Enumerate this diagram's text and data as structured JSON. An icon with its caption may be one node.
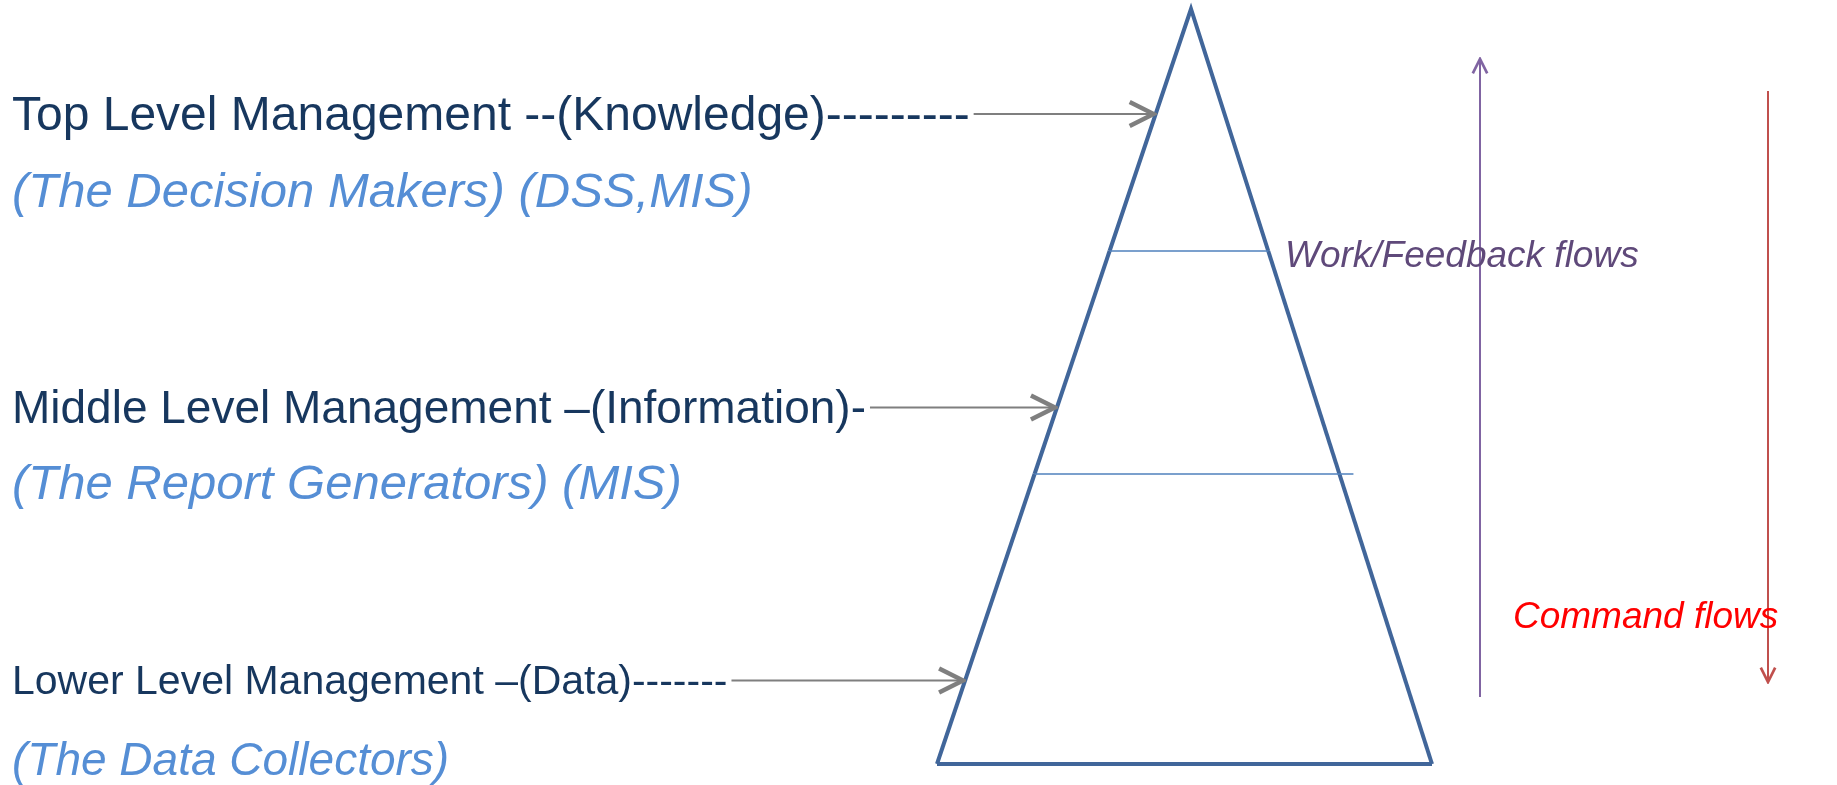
{
  "diagram": {
    "nodes": [
      {
        "text": [
          "Top Level Management --(Knowledge)---------",
          "(The Decision Makers) (DSS,MIS)"
        ]
      },
      {
        "text": [
          "Middle Level Management –(Information)-",
          "(The Report Generators) (MIS)"
        ]
      },
      {
        "text": [
          "Lower Level Management –(Data)-------",
          "(The Data Collectors)"
        ]
      },
      {
        "text": [],
        "shape": "triangle"
      },
      {
        "text": [],
        "shape": "band"
      },
      {
        "text": [],
        "shape": "band"
      }
    ],
    "edges": [
      {
        "from": 0,
        "to": 3,
        "arrow": "to"
      },
      {
        "from": 1,
        "to": 4,
        "arrow": "to"
      },
      {
        "from": 2,
        "to": 5,
        "arrow": "to"
      }
    ],
    "labels": [
      "Work/Feedback flows",
      "Command flows"
    ]
  }
}
